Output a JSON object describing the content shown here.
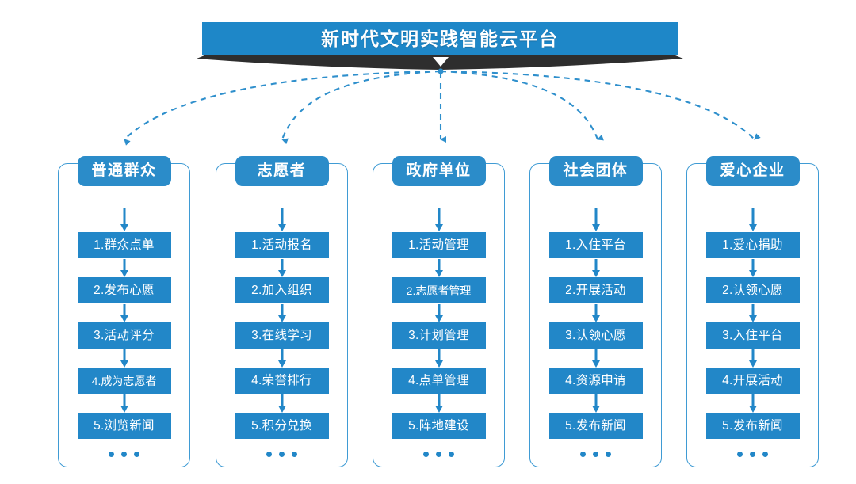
{
  "title": {
    "text": "新时代文明实践智能云平台",
    "bar_color": "#1e87c8",
    "shadow_color": "#2f2f2f"
  },
  "theme": {
    "accent": "#2287c8",
    "header_chip": "#2b8cc9",
    "border": "#3f9bd4",
    "dash": "#2e8fcc"
  },
  "ellipsis": "...",
  "columns": [
    {
      "header": "普通群众",
      "items": [
        "1.群众点单",
        "2.发布心愿",
        "3.活动评分",
        "4.成为志愿者",
        "5.浏览新闻"
      ]
    },
    {
      "header": "志愿者",
      "items": [
        "1.活动报名",
        "2.加入组织",
        "3.在线学习",
        "4.荣誉排行",
        "5.积分兑换"
      ]
    },
    {
      "header": "政府单位",
      "items": [
        "1.活动管理",
        "2.志愿者管理",
        "3.计划管理",
        "4.点单管理",
        "5.阵地建设"
      ]
    },
    {
      "header": "社会团体",
      "items": [
        "1.入住平台",
        "2.开展活动",
        "3.认领心愿",
        "4.资源申请",
        "5.发布新闻"
      ]
    },
    {
      "header": "爱心企业",
      "items": [
        "1.爱心捐助",
        "2.认领心愿",
        "3.入住平台",
        "4.开展活动",
        "5.发布新闻"
      ]
    }
  ]
}
